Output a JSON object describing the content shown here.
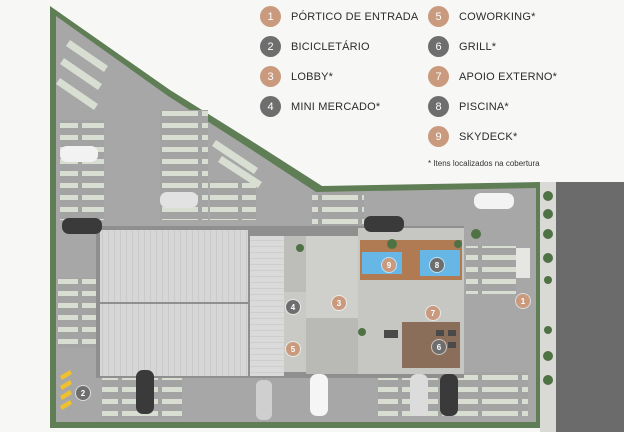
{
  "legend": {
    "items": [
      {
        "num": "1",
        "label": "PÓRTICO DE ENTRADA",
        "color": "#c99a7d"
      },
      {
        "num": "2",
        "label": "BICICLETÁRIO",
        "color": "#6e6e6e"
      },
      {
        "num": "3",
        "label": "LOBBY*",
        "color": "#c99a7d"
      },
      {
        "num": "4",
        "label": "MINI MERCADO*",
        "color": "#6e6e6e"
      },
      {
        "num": "5",
        "label": "COWORKING*",
        "color": "#c99a7d"
      },
      {
        "num": "6",
        "label": "GRILL*",
        "color": "#6e6e6e"
      },
      {
        "num": "7",
        "label": "APOIO EXTERNO*",
        "color": "#c99a7d"
      },
      {
        "num": "8",
        "label": "PISCINA*",
        "color": "#6e6e6e"
      },
      {
        "num": "9",
        "label": "SKYDECK*",
        "color": "#c99a7d"
      }
    ],
    "note": "* Itens localizados na cobertura"
  },
  "map_markers": [
    {
      "num": "1",
      "color": "#c99a7d"
    },
    {
      "num": "2",
      "color": "#6e6e6e"
    },
    {
      "num": "3",
      "color": "#c99a7d"
    },
    {
      "num": "4",
      "color": "#6e6e6e"
    },
    {
      "num": "5",
      "color": "#c99a7d"
    },
    {
      "num": "6",
      "color": "#6e6e6e"
    },
    {
      "num": "7",
      "color": "#c99a7d"
    },
    {
      "num": "8",
      "color": "#6e6e6e"
    },
    {
      "num": "9",
      "color": "#c99a7d"
    }
  ],
  "colors": {
    "pavement": "#a7a7a7",
    "lawn": "#5f7e55",
    "building_roof": "#d4d4d4",
    "water": "#66b7e6",
    "deck": "#b07a52",
    "accent": "#c99a7d",
    "dark": "#6e6e6e"
  }
}
